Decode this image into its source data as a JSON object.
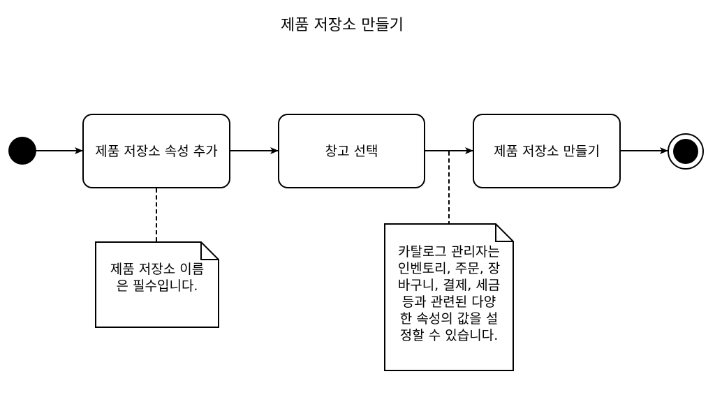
{
  "title": "제품 저장소 만들기",
  "nodes": {
    "start": {
      "type": "initial-state"
    },
    "step1": {
      "label": "제품 저장소 속성 추가"
    },
    "step2": {
      "label": "창고 선택"
    },
    "step3": {
      "label": "제품 저장소 만들기"
    },
    "end": {
      "type": "final-state"
    }
  },
  "notes": {
    "note1": {
      "lines": [
        "제품 저장소 이름",
        "은 필수입니다."
      ]
    },
    "note2": {
      "lines": [
        "카탈로그 관리자는",
        "인벤토리, 주문, 장",
        "바구니, 결제, 세금",
        "등과 관련된 다양",
        "한 속성의 값을 설",
        "정할 수 있습니다."
      ]
    }
  },
  "edges": [
    {
      "from": "start",
      "to": "step1"
    },
    {
      "from": "step1",
      "to": "step2"
    },
    {
      "from": "step2",
      "to": "step3"
    },
    {
      "from": "step3",
      "to": "end"
    }
  ]
}
